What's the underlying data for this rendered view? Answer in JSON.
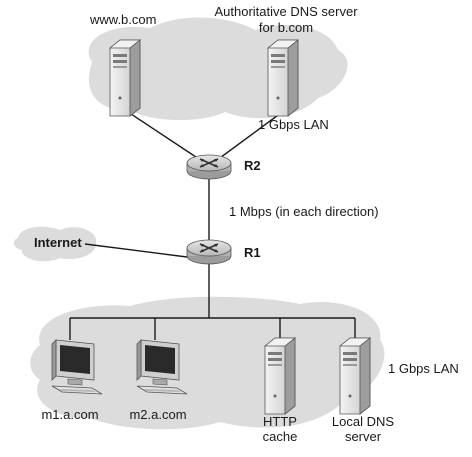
{
  "nodes": {
    "www_b": "www.b.com",
    "auth_dns_line1": "Authoritative DNS server",
    "auth_dns_line2": "for b.com",
    "r2": "R2",
    "r1": "R1",
    "internet": "Internet",
    "m1": "m1.a.com",
    "m2": "m2.a.com",
    "http_cache_line1": "HTTP",
    "http_cache_line2": "cache",
    "local_dns_line1": "Local DNS",
    "local_dns_line2": "server"
  },
  "links": {
    "top_lan": "1 Gbps LAN",
    "access_link": "1 Mbps (in each direction)",
    "bottom_lan": "1 Gbps LAN"
  },
  "colors": {
    "cloud": "#dcdcdc",
    "line": "#1a1a1a",
    "device": "#e8e8e8",
    "device_dark": "#9a9a9a",
    "screen": "#2a2a2a"
  },
  "icons": [
    "server-icon",
    "router-icon",
    "computer-icon",
    "cloud-shape"
  ]
}
